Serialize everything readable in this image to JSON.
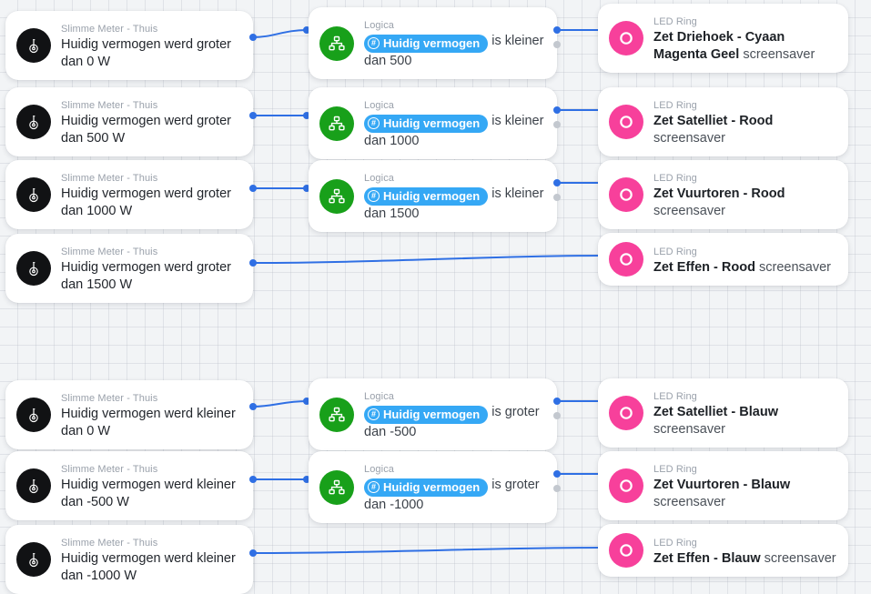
{
  "app": {
    "view": "flow-canvas",
    "accent_blue": "#2f6fe4",
    "chip_blue": "#35a8f5",
    "logic_green": "#18a01a",
    "ring_pink": "#f7409b",
    "meter_black": "#111214",
    "canvas_bg": "#f2f4f6"
  },
  "labels": {
    "trigger_owner": "Slimme Meter - Thuis",
    "logic_owner": "Logica",
    "action_owner": "LED Ring",
    "token": "Huidig vermogen",
    "token_icon": "#",
    "screensaver": "screensaver"
  },
  "triggers": [
    {
      "owner": "Slimme Meter - Thuis",
      "title": "Huidig vermogen werd groter dan 0 W",
      "icon": "smart-meter-icon"
    },
    {
      "owner": "Slimme Meter - Thuis",
      "title": "Huidig vermogen werd groter dan 500 W",
      "icon": "smart-meter-icon"
    },
    {
      "owner": "Slimme Meter - Thuis",
      "title": "Huidig vermogen werd groter dan 1000 W",
      "icon": "smart-meter-icon"
    },
    {
      "owner": "Slimme Meter - Thuis",
      "title": "Huidig vermogen werd groter dan 1500 W",
      "icon": "smart-meter-icon"
    },
    {
      "owner": "Slimme Meter - Thuis",
      "title": "Huidig vermogen werd kleiner dan 0 W",
      "icon": "smart-meter-icon"
    },
    {
      "owner": "Slimme Meter - Thuis",
      "title": "Huidig vermogen werd kleiner dan -500 W",
      "icon": "smart-meter-icon"
    },
    {
      "owner": "Slimme Meter - Thuis",
      "title": "Huidig vermogen werd kleiner dan -1000 W",
      "icon": "smart-meter-icon"
    }
  ],
  "conditions": [
    {
      "owner": "Logica",
      "token": "Huidig vermogen",
      "operator": "is kleiner dan",
      "value": "500",
      "icon": "logic-icon"
    },
    {
      "owner": "Logica",
      "token": "Huidig vermogen",
      "operator": "is kleiner dan",
      "value": "1000",
      "icon": "logic-icon"
    },
    {
      "owner": "Logica",
      "token": "Huidig vermogen",
      "operator": "is kleiner dan",
      "value": "1500",
      "icon": "logic-icon"
    },
    {
      "owner": "Logica",
      "token": "Huidig vermogen",
      "operator": "is groter dan",
      "value": "-500",
      "icon": "logic-icon"
    },
    {
      "owner": "Logica",
      "token": "Huidig vermogen",
      "operator": "is groter dan",
      "value": "-1000",
      "icon": "logic-icon"
    }
  ],
  "actions": [
    {
      "owner": "LED Ring",
      "name": "Zet Driehoek - Cyaan Magenta Geel",
      "suffix": "screensaver",
      "icon": "led-ring-icon"
    },
    {
      "owner": "LED Ring",
      "name": "Zet Satelliet - Rood",
      "suffix": "screensaver",
      "icon": "led-ring-icon"
    },
    {
      "owner": "LED Ring",
      "name": "Zet Vuurtoren - Rood",
      "suffix": "screensaver",
      "icon": "led-ring-icon"
    },
    {
      "owner": "LED Ring",
      "name": "Zet Effen - Rood",
      "suffix": "screensaver",
      "icon": "led-ring-icon"
    },
    {
      "owner": "LED Ring",
      "name": "Zet Satelliet - Blauw",
      "suffix": "screensaver",
      "icon": "led-ring-icon"
    },
    {
      "owner": "LED Ring",
      "name": "Zet Vuurtoren - Blauw",
      "suffix": "screensaver",
      "icon": "led-ring-icon"
    },
    {
      "owner": "LED Ring",
      "name": "Zet Effen - Blauw",
      "suffix": "screensaver",
      "icon": "led-ring-icon"
    }
  ]
}
